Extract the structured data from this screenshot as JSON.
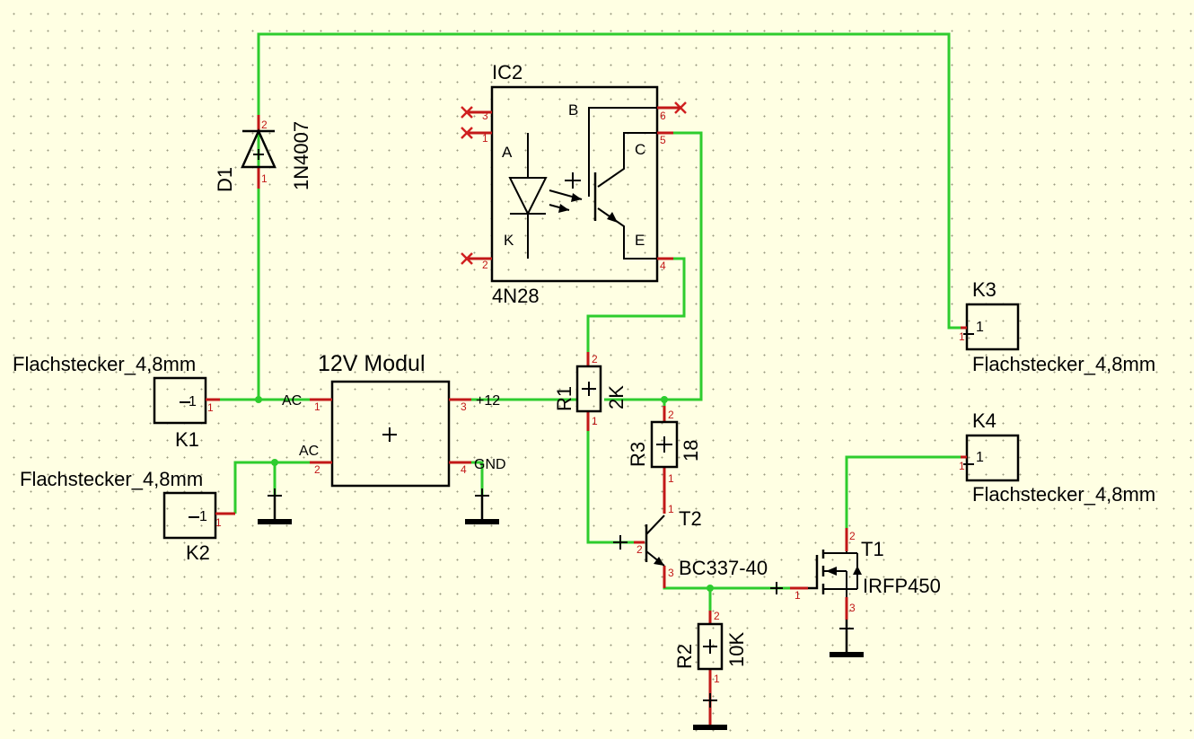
{
  "colors": {
    "background": "#FFFFE3",
    "wire": "#2ECC2E",
    "pin": "#C21818",
    "part": "#000000"
  },
  "components": {
    "k1": {
      "ref": "K1",
      "value": "Flachstecker_4,8mm",
      "pin": "1"
    },
    "k2": {
      "ref": "K2",
      "value": "Flachstecker_4,8mm",
      "pin": "1"
    },
    "k3": {
      "ref": "K3",
      "value": "Flachstecker_4,8mm",
      "pin": "1"
    },
    "k4": {
      "ref": "K4",
      "value": "Flachstecker_4,8mm",
      "pin": "1"
    },
    "d1": {
      "ref": "D1",
      "value": "1N4007",
      "pin_anode": "2",
      "pin_cathode": "1"
    },
    "ic2": {
      "ref": "IC2",
      "value": "4N28",
      "labels": {
        "a": "A",
        "k": "K",
        "b": "B",
        "c": "C",
        "e": "E"
      },
      "pins": {
        "p1": "1",
        "p2": "2",
        "p3": "3",
        "p4": "4",
        "p5": "5",
        "p6": "6"
      }
    },
    "module": {
      "title": "12V Modul",
      "labels": {
        "ac1": "AC",
        "ac2": "AC",
        "plus12": "+12",
        "gnd": "GND"
      },
      "pins": {
        "p1": "1",
        "p2": "2",
        "p3": "3",
        "p4": "4"
      }
    },
    "r1": {
      "ref": "R1",
      "value": "2K",
      "pin_top": "2",
      "pin_bottom": "1"
    },
    "r2": {
      "ref": "R2",
      "value": "10K",
      "pin_top": "2",
      "pin_bottom": "1"
    },
    "r3": {
      "ref": "R3",
      "value": "18",
      "pin_top": "2",
      "pin_bottom": "1"
    },
    "t2": {
      "ref": "T2",
      "value": "BC337-40",
      "pin_c": "1",
      "pin_b": "2",
      "pin_e": "3"
    },
    "t1": {
      "ref": "T1",
      "value": "IRFP450",
      "pin_g": "1",
      "pin_d": "2",
      "pin_s": "3"
    }
  }
}
